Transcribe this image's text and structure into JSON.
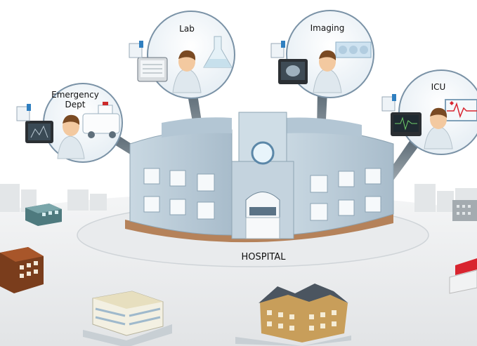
{
  "diagram": {
    "center_label": "HOSPITAL",
    "departments": [
      {
        "id": "emergency",
        "line1": "Emergency",
        "line2": "Dept",
        "device_icon": "ultrasound-monitor-icon",
        "accessory_icon": "ambulance-icon"
      },
      {
        "id": "lab",
        "line1": "Lab",
        "line2": "",
        "device_icon": "patient-monitor-icon",
        "accessory_icon": "flask-icon"
      },
      {
        "id": "imaging",
        "line1": "Imaging",
        "line2": "",
        "device_icon": "xray-monitor-icon",
        "accessory_icon": "scan-images-icon"
      },
      {
        "id": "icu",
        "line1": "ICU",
        "line2": "",
        "device_icon": "vital-signs-monitor-icon",
        "accessory_icon": "ecg-screen-icon"
      }
    ],
    "surrounding_buildings": [
      "brown-office-building-icon",
      "small-teal-building-icon",
      "white-office-building-icon",
      "tan-apartment-building-icon",
      "red-roof-building-icon",
      "grey-tower-icon"
    ],
    "colors": {
      "building": "#b9ccd9",
      "ground": "#e8eaec",
      "bubble_border": "#7a92a6",
      "roof_brown": "#b5825a",
      "red_roof": "#d8242f"
    }
  }
}
